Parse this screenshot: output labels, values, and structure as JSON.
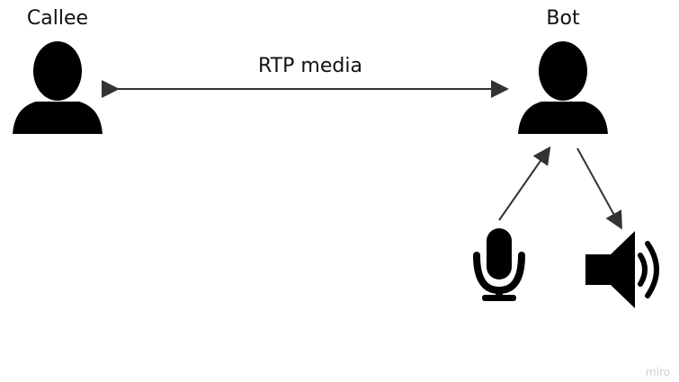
{
  "labels": {
    "callee": "Callee",
    "bot": "Bot",
    "rtp": "RTP media"
  },
  "watermark": {
    "text": "miro"
  },
  "colors": {
    "ink": "#000000",
    "arrow": "#333333",
    "text": "#111111",
    "watermark": "#cfcfcf"
  },
  "icons": {
    "callee": "person-icon",
    "bot": "person-icon",
    "microphone": "microphone-icon",
    "speaker": "speaker-icon"
  }
}
